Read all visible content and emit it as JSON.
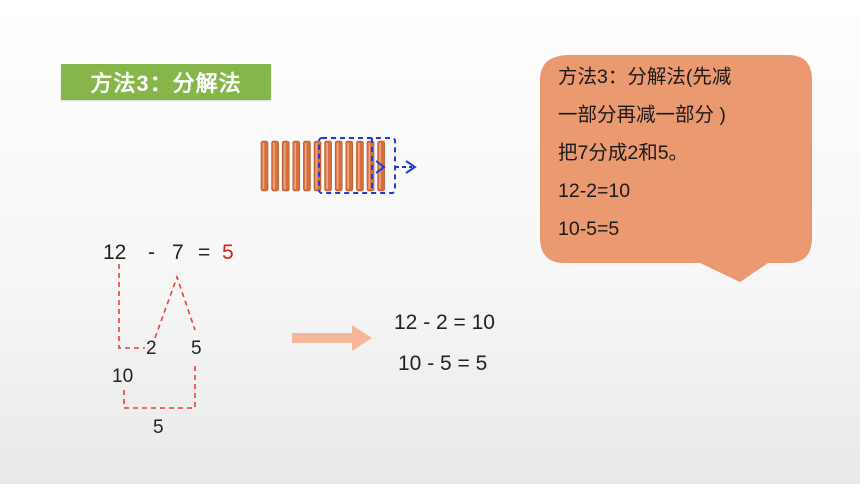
{
  "title": "方法3：分解法",
  "bubble": {
    "lines": [
      "方法3：分解法(先减",
      "一部分再减一部分 )",
      "把7分成2和5。",
      "12-2=10",
      "10-5=5"
    ],
    "color": "#eb9970"
  },
  "equation": {
    "a": "12",
    "minus": "-",
    "b": "7",
    "equals": "=",
    "answer": "5"
  },
  "decomposition": {
    "part1": "2",
    "part2": "5",
    "intermediate": "10",
    "bottom": "5"
  },
  "steps": {
    "line1": "12 - 2 = 10",
    "line2": "10 - 5 = 5"
  },
  "colors": {
    "badge": "#86b54a",
    "answer": "#e11b1b",
    "dashed": "#e8413a",
    "arrow": "#f5b79a",
    "sticks": "#d46f40",
    "box": "#1f3ad8"
  }
}
